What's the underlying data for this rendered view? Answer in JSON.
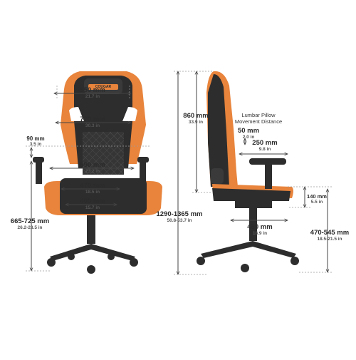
{
  "front_view": {
    "dims": [
      {
        "mm": "550 mm",
        "inch": "21.7 in"
      },
      {
        "mm": "770 mm",
        "inch": "30.3 in"
      },
      {
        "mm": "90 mm",
        "inch": "3.5 in"
      },
      {
        "mm": "590 mm",
        "inch": "23.2 in"
      },
      {
        "mm": "470 mm",
        "inch": "18.5 in"
      },
      {
        "mm": "400 mm",
        "inch": "15.7 in"
      },
      {
        "mm": "665-725 mm",
        "inch": "26.2-28.5 in"
      }
    ],
    "brand": "COUGAR"
  },
  "side_view": {
    "dims": [
      {
        "mm": "860 mm",
        "inch": "33.9 in"
      },
      {
        "mm": "50 mm",
        "inch": "2.0 in"
      },
      {
        "mm": "250 mm",
        "inch": "9.8 in"
      },
      {
        "mm": "1290-1365 mm",
        "inch": "50.8-53.7 in"
      },
      {
        "mm": "140 mm",
        "inch": "5.5 in"
      },
      {
        "mm": "480 mm",
        "inch": "18.9 in"
      },
      {
        "mm": "470-545 mm",
        "inch": "18.5-21.5 in"
      }
    ],
    "lumbar_note_1": "Lumbar Pillow",
    "lumbar_note_2": "Movement Distance"
  },
  "colors": {
    "accent": "#e8843c",
    "shell": "#2d2d2d",
    "line": "#8a8a8a"
  }
}
